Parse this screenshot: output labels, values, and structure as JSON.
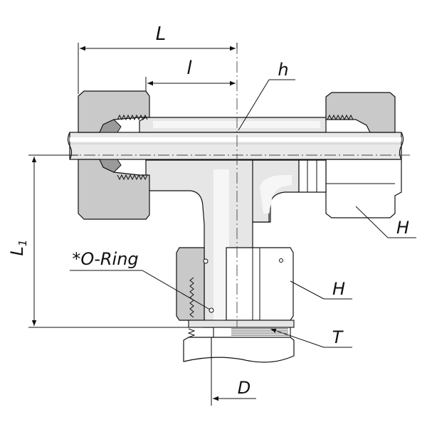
{
  "labels": {
    "L": "L",
    "l": "l",
    "h": "h",
    "H_upper": "H",
    "H_lower": "H",
    "L1_main": "L",
    "L1_sub": "1",
    "o_ring": "*O-Ring",
    "T": "T",
    "D": "D"
  }
}
